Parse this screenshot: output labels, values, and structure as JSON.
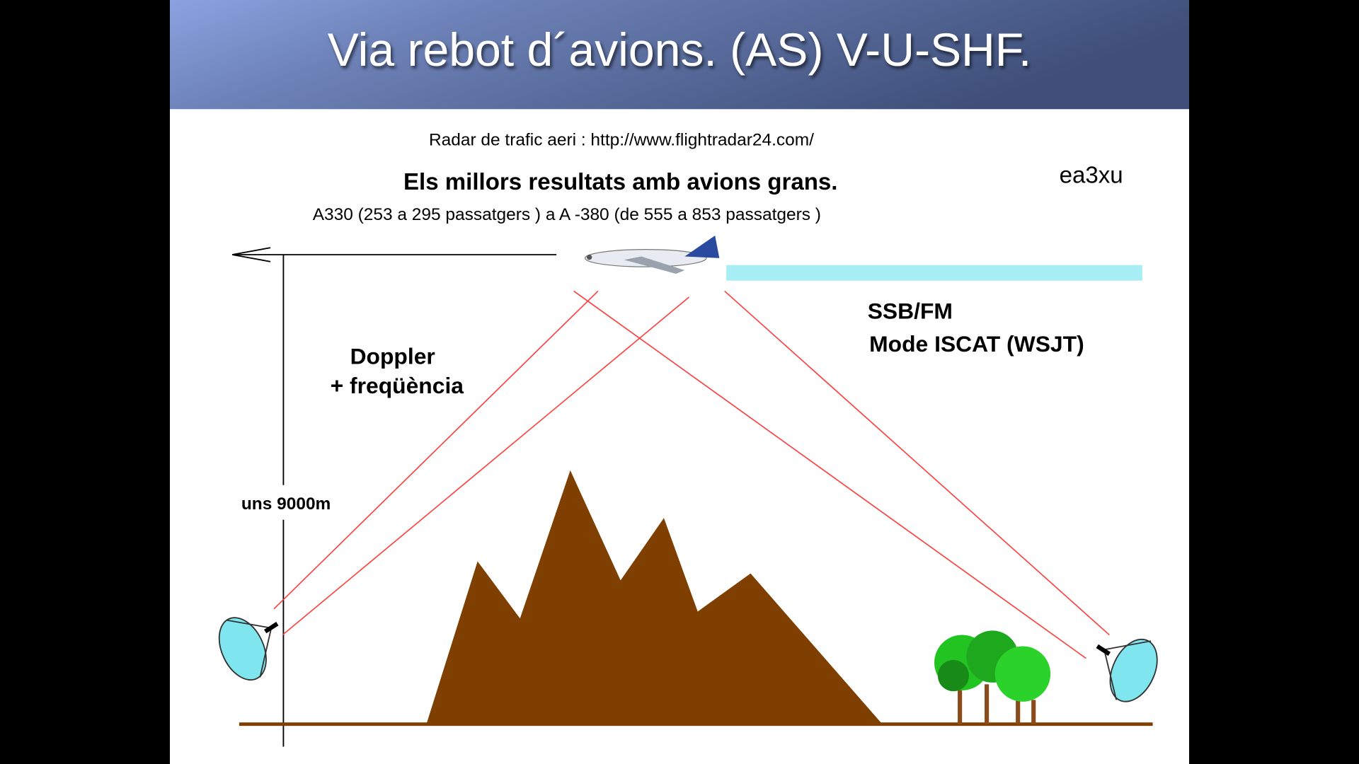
{
  "slide": {
    "title": "Via rebot d´avions. (AS) V-U-SHF.",
    "radar_line": "Radar de trafic  aeri    : http://www.flightradar24.com/",
    "headline": "Els millors resultats amb avions grans.",
    "aircraft_range": "A330 (253 a 295 passatgers )   a   A -380 (de 555 a 853 passatgers )",
    "author": "ea3xu",
    "doppler_line1": "Doppler",
    "doppler_line2": "+ freqüència",
    "modes_line1": "SSB/FM",
    "modes_line2": "Mode ISCAT (WSJT)",
    "altitude_label": "uns  9000m"
  },
  "colors": {
    "header_start": "#8aa3e0",
    "header_end": "#3e4e78",
    "mountain": "#7f3f00",
    "beam": "#ff3b3b",
    "dish": "#7fe6f0",
    "contrail": "#9fecf4",
    "tree": "#22c422"
  }
}
